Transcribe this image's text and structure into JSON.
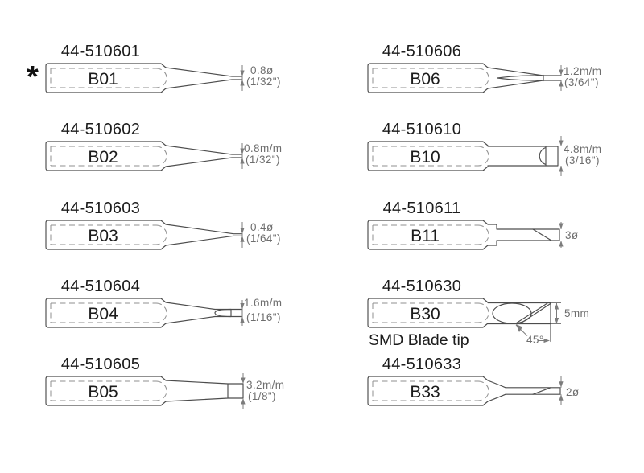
{
  "asterisk": "*",
  "colors": {
    "background": "#ffffff",
    "outline": "#4d4d4d",
    "dashed": "#8f8f8f",
    "dimension": "#6e6e6e",
    "text": "#1c1c1c"
  },
  "tips": [
    {
      "part": "44-510601",
      "label": "B01",
      "dim1": "0.8ø",
      "dim2": "(1/32\")",
      "marked": true
    },
    {
      "part": "44-510602",
      "label": "B02",
      "dim1": "0.8m/m",
      "dim2": "(1/32\")"
    },
    {
      "part": "44-510603",
      "label": "B03",
      "dim1": "0.4ø",
      "dim2": "(1/64\")"
    },
    {
      "part": "44-510604",
      "label": "B04",
      "dim1": "1.6m/m",
      "dim2": "(1/16\")"
    },
    {
      "part": "44-510605",
      "label": "B05",
      "dim1": "3.2m/m",
      "dim2": "(1/8\")"
    },
    {
      "part": "44-510606",
      "label": "B06",
      "dim1": "1.2m/m",
      "dim2": "(3/64\")"
    },
    {
      "part": "44-510610",
      "label": "B10",
      "dim1": "4.8m/m",
      "dim2": "(3/16\")"
    },
    {
      "part": "44-510611",
      "label": "B11",
      "dim1": "3ø"
    },
    {
      "part": "44-510630",
      "label": "B30",
      "dim1": "5mm",
      "angle": "45°",
      "caption": "SMD Blade tip"
    },
    {
      "part": "44-510633",
      "label": "B33",
      "dim1": "2ø"
    }
  ]
}
